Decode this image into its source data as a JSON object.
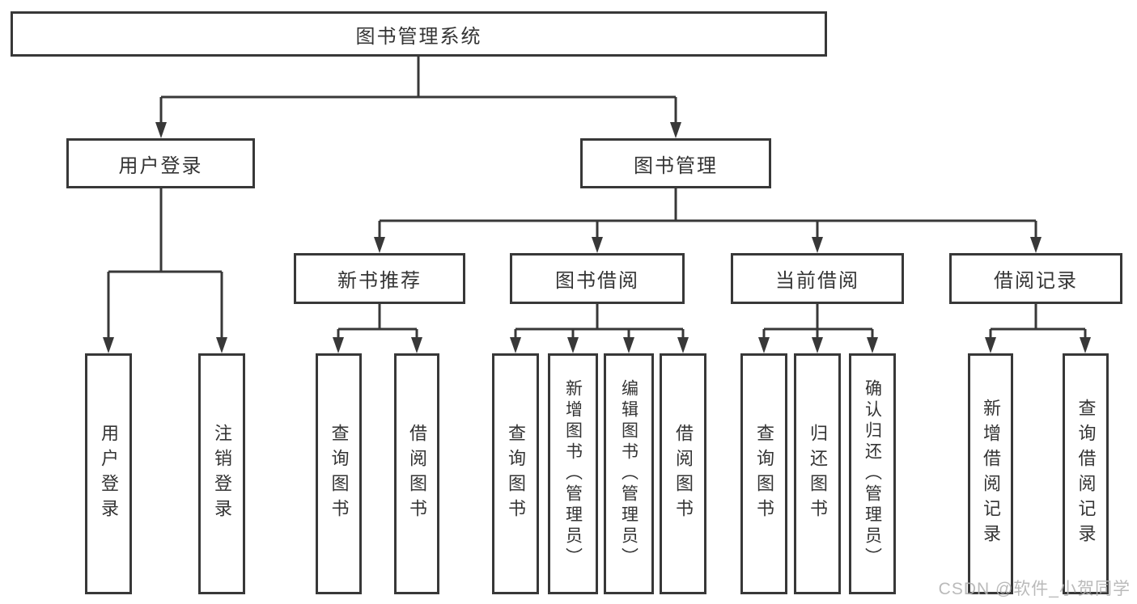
{
  "page": {
    "background": "#ffffff",
    "line_color": "#383838",
    "text_color": "#343434",
    "watermark_color": "#b2b2b2"
  },
  "watermark": {
    "text": "CSDN @软件_小贺同学"
  },
  "tree": {
    "label": "图书管理系统",
    "children": [
      {
        "label": "用户登录",
        "children": [
          {
            "label": "用户登录"
          },
          {
            "label": "注销登录"
          }
        ]
      },
      {
        "label": "图书管理",
        "children": [
          {
            "label": "新书推荐",
            "children": [
              {
                "label": "查询图书"
              },
              {
                "label": "借阅图书"
              }
            ]
          },
          {
            "label": "图书借阅",
            "children": [
              {
                "label": "查询图书"
              },
              {
                "label": "新增图书（管理员）"
              },
              {
                "label": "编辑图书（管理员）"
              },
              {
                "label": "借阅图书"
              }
            ]
          },
          {
            "label": "当前借阅",
            "children": [
              {
                "label": "查询图书"
              },
              {
                "label": "归还图书"
              },
              {
                "label": "确认归还（管理员）"
              }
            ]
          },
          {
            "label": "借阅记录",
            "children": [
              {
                "label": "新增借阅记录"
              },
              {
                "label": "查询借阅记录"
              }
            ]
          }
        ]
      }
    ]
  }
}
